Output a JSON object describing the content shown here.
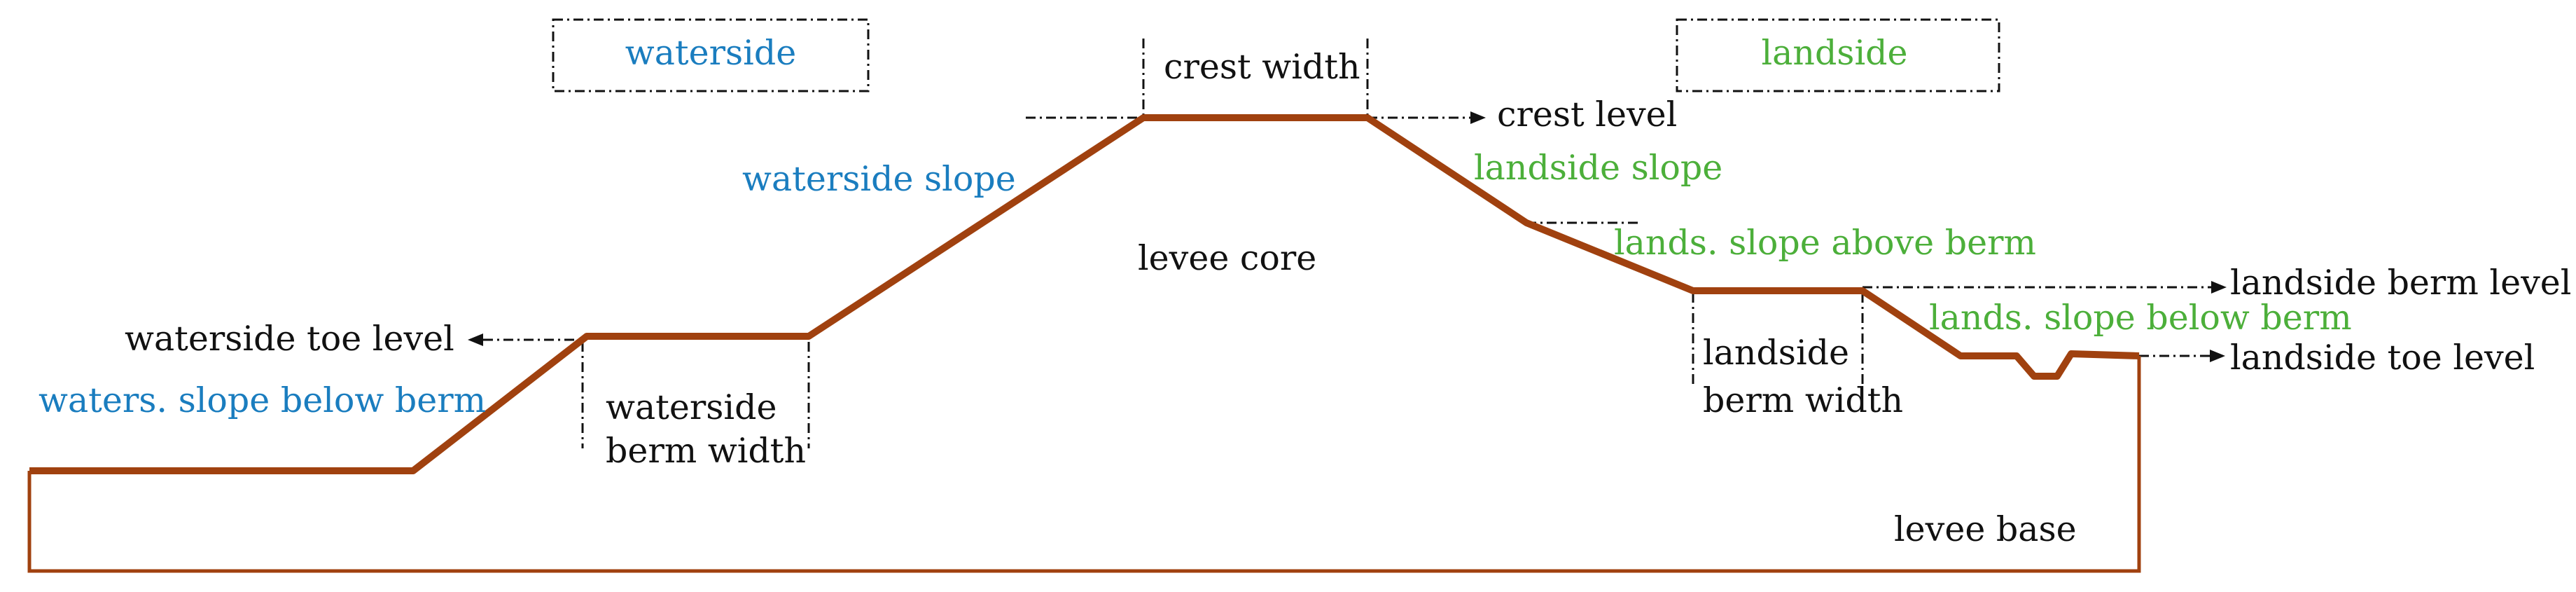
{
  "colors": {
    "profile": "#a0410f",
    "waterside": "#1a7dbf",
    "landside": "#4caf3a",
    "text": "#111111"
  },
  "labels": {
    "waterside_box": "waterside",
    "landside_box": "landside",
    "crest_width": "crest width",
    "crest_level": "crest level",
    "waterside_slope": "waterside slope",
    "landside_slope": "landside slope",
    "levee_core": "levee core",
    "lands_slope_above_berm": "lands. slope above berm",
    "landside_berm_level": "landside berm level",
    "lands_slope_below_berm": "lands. slope below berm",
    "landside_toe_level": "landside toe level",
    "landside_berm_width_1": "landside",
    "landside_berm_width_2": "berm width",
    "waterside_toe_level": "waterside toe level",
    "waters_slope_below_berm": "waters. slope below berm",
    "waterside_berm_width_1": "waterside",
    "waterside_berm_width_2": "berm width",
    "levee_base": "levee base"
  }
}
